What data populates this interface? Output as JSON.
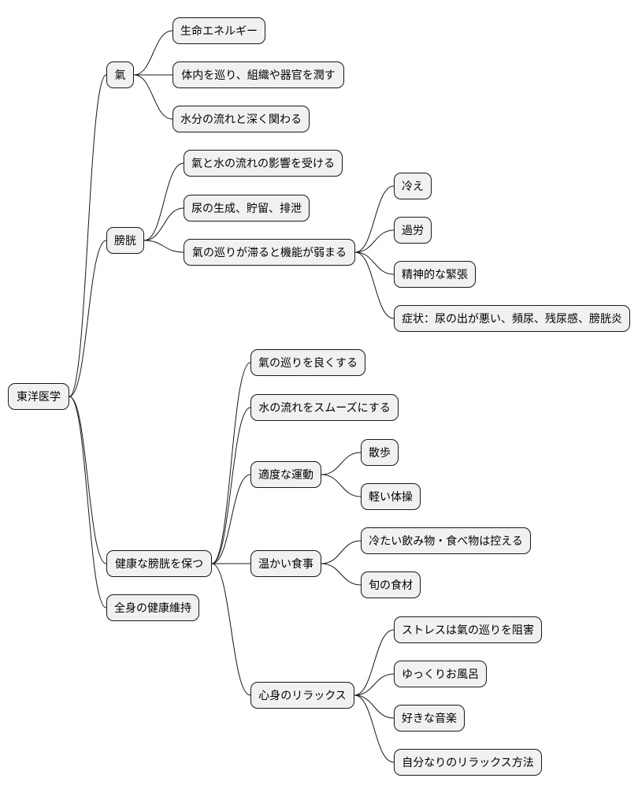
{
  "colors": {
    "node_fill": "#f1f1f1",
    "node_border": "#181818",
    "text": "#000000",
    "link": "#181818"
  },
  "mindmap": {
    "root": "東洋医学",
    "branches": [
      {
        "label": "氣",
        "children": [
          {
            "label": "生命エネルギー"
          },
          {
            "label": "体内を巡り、組織や器官を潤す"
          },
          {
            "label": "水分の流れと深く関わる"
          }
        ]
      },
      {
        "label": "膀胱",
        "children": [
          {
            "label": "氣と水の流れの影響を受ける"
          },
          {
            "label": "尿の生成、貯留、排泄"
          },
          {
            "label": "氣の巡りが滞ると機能が弱まる",
            "children": [
              {
                "label": "冷え"
              },
              {
                "label": "過労"
              },
              {
                "label": "精神的な緊張"
              },
              {
                "label": "症状：尿の出が悪い、頻尿、残尿感、膀胱炎"
              }
            ]
          }
        ]
      },
      {
        "label": "健康な膀胱を保つ",
        "children": [
          {
            "label": "氣の巡りを良くする"
          },
          {
            "label": "水の流れをスムーズにする"
          },
          {
            "label": "適度な運動",
            "children": [
              {
                "label": "散歩"
              },
              {
                "label": "軽い体操"
              }
            ]
          },
          {
            "label": "温かい食事",
            "children": [
              {
                "label": "冷たい飲み物・食べ物は控える"
              },
              {
                "label": "旬の食材"
              }
            ]
          },
          {
            "label": "心身のリラックス",
            "children": [
              {
                "label": "ストレスは氣の巡りを阻害"
              },
              {
                "label": "ゆっくりお風呂"
              },
              {
                "label": "好きな音楽"
              },
              {
                "label": "自分なりのリラックス方法"
              }
            ]
          }
        ]
      },
      {
        "label": "全身の健康維持"
      }
    ]
  }
}
